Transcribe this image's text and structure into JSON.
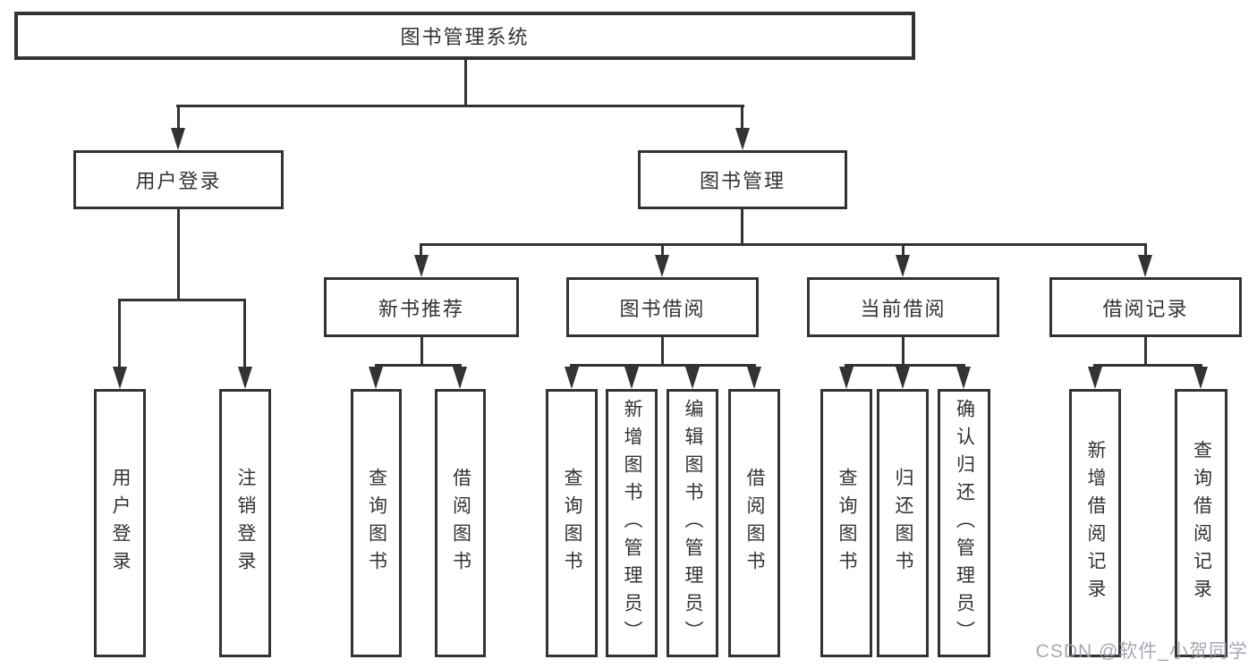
{
  "colors": {
    "line": "#333333",
    "box_background": "#ffffff",
    "text": "#333333",
    "watermark": "#9aa0ab"
  },
  "tree": {
    "label": "图书管理系统",
    "children": [
      {
        "label": "用户登录",
        "children": [
          {
            "label": "用户登录"
          },
          {
            "label": "注销登录"
          }
        ]
      },
      {
        "label": "图书管理",
        "children": [
          {
            "label": "新书推荐",
            "children": [
              {
                "label": "查询图书"
              },
              {
                "label": "借阅图书"
              }
            ]
          },
          {
            "label": "图书借阅",
            "children": [
              {
                "label": "查询图书"
              },
              {
                "label": "新增图书（管理员）"
              },
              {
                "label": "编辑图书（管理员）"
              },
              {
                "label": "借阅图书"
              }
            ]
          },
          {
            "label": "当前借阅",
            "children": [
              {
                "label": "查询图书"
              },
              {
                "label": "归还图书"
              },
              {
                "label": "确认归还（管理员）"
              }
            ]
          },
          {
            "label": "借阅记录",
            "children": [
              {
                "label": "新增借阅记录"
              },
              {
                "label": "查询借阅记录"
              }
            ]
          }
        ]
      }
    ]
  },
  "watermark": {
    "text": "CSDN @软件_小贺同学"
  }
}
